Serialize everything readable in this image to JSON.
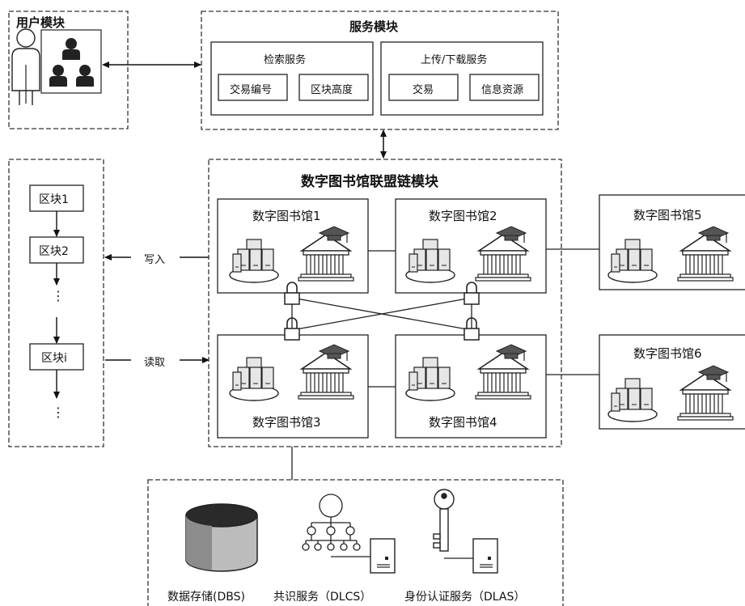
{
  "user_module": {
    "title": "用户模块"
  },
  "service_module": {
    "title": "服务模块",
    "retrieval": {
      "title": "检索服务",
      "items": [
        "交易编号",
        "区块高度"
      ]
    },
    "upload": {
      "title": "上传/下载服务",
      "items": [
        "交易",
        "信息资源"
      ]
    }
  },
  "chain_module": {
    "title": "数字图书馆联盟链模块",
    "libraries": [
      "数字图书馆1",
      "数字图书馆2",
      "数字图书馆3",
      "数字图书馆4"
    ],
    "external_libraries": [
      "数字图书馆5",
      "数字图书馆6"
    ]
  },
  "block_chain": {
    "blocks": [
      "区块1",
      "区块2",
      "区块i"
    ],
    "ellipsis": "⋮"
  },
  "flows": {
    "write": "写入",
    "read": "读取"
  },
  "bottom_services": {
    "dbs": "数据存储(DBS)",
    "dlcs": "共识服务（DLCS）",
    "dlas": "身份认证服务（DLAS）"
  }
}
